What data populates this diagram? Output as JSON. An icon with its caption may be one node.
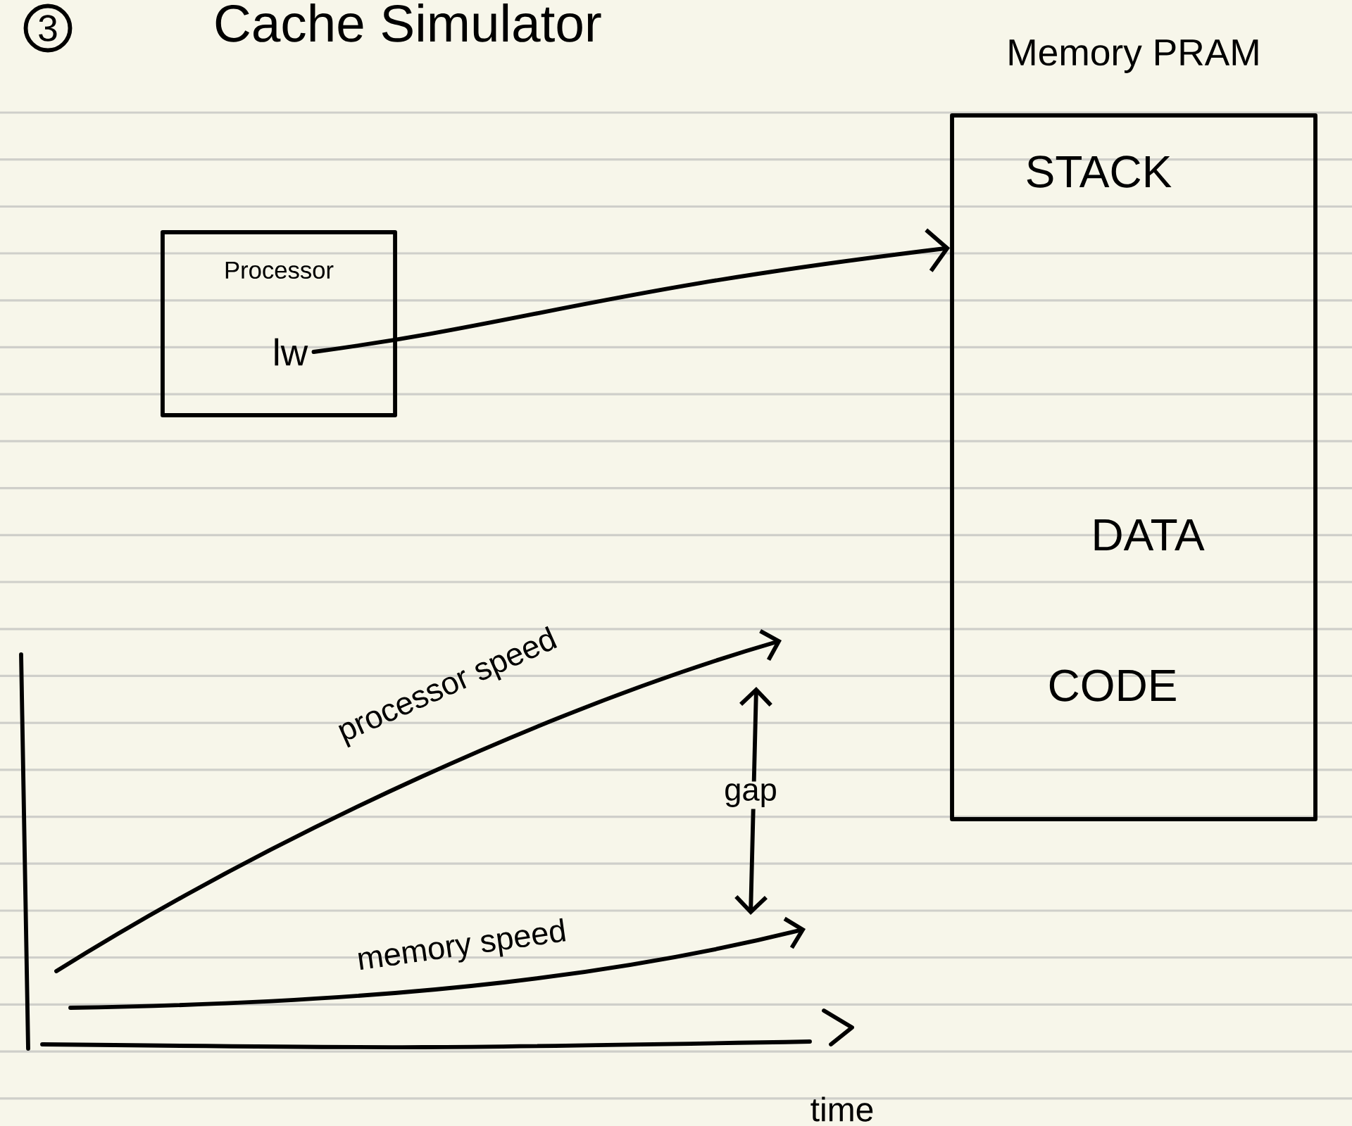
{
  "diagram": {
    "title": "Cache Simulator",
    "nodes": [
      {
        "text": [
          "Processor"
        ]
      },
      {
        "text": [
          "lw"
        ],
        "in": 0
      },
      {
        "text": [
          "Memory PRAM",
          "STACK",
          "DATA",
          "CODE"
        ]
      }
    ],
    "edges": [
      {
        "from": 1,
        "to": 2,
        "arrow": "to"
      }
    ],
    "labels": [
      "3",
      "processor speed",
      "gap",
      "memory speed",
      "time"
    ]
  }
}
